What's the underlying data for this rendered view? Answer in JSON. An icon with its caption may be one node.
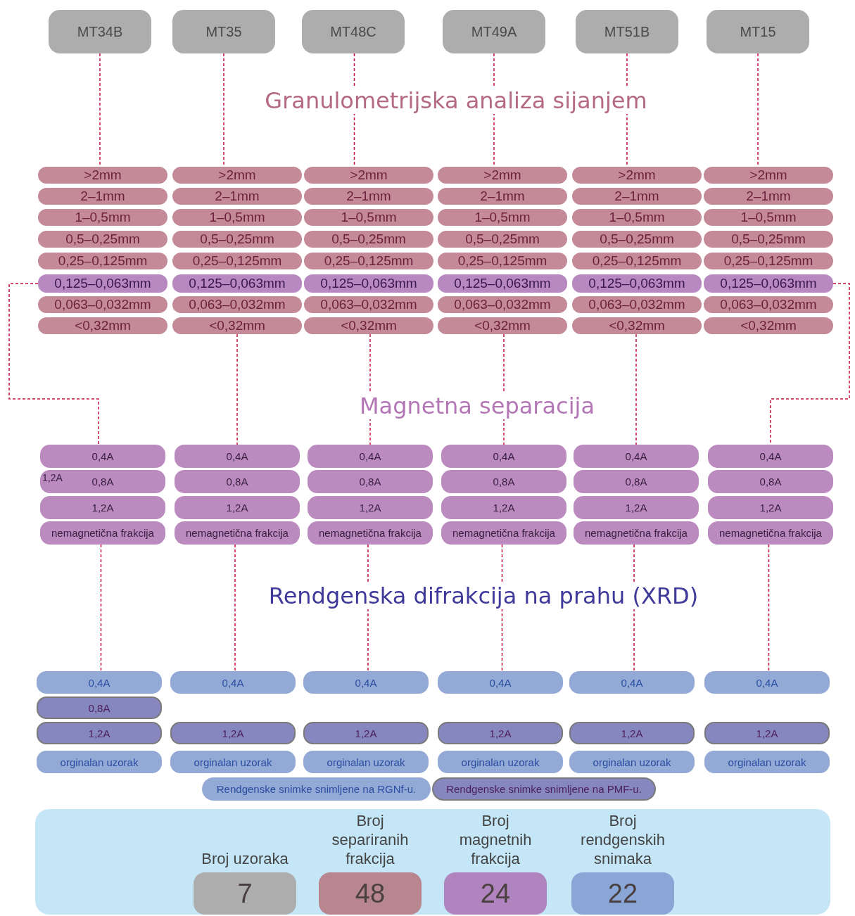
{
  "diagram": {
    "nodes": [
      {
        "text": [
          "MT34B"
        ]
      },
      {
        "text": [
          "MT35"
        ]
      },
      {
        "text": [
          "MT48C"
        ]
      },
      {
        "text": [
          "MT49A"
        ]
      },
      {
        "text": [
          "MT51B"
        ]
      },
      {
        "text": [
          "MT15"
        ]
      },
      {
        "text": [
          ">2mm"
        ]
      },
      {
        "text": [
          "2–1mm"
        ]
      },
      {
        "text": [
          "1–0,5mm"
        ]
      },
      {
        "text": [
          "0,5–0,25mm"
        ]
      },
      {
        "text": [
          "0,25–0,125mm"
        ]
      },
      {
        "text": [
          "0,125–0,063mm"
        ]
      },
      {
        "text": [
          "0,063–0,032mm"
        ]
      },
      {
        "text": [
          "<0,32mm"
        ]
      },
      {
        "text": [
          ">2mm"
        ]
      },
      {
        "text": [
          "2–1mm"
        ]
      },
      {
        "text": [
          "1–0,5mm"
        ]
      },
      {
        "text": [
          "0,5–0,25mm"
        ]
      },
      {
        "text": [
          "0,25–0,125mm"
        ]
      },
      {
        "text": [
          "0,125–0,063mm"
        ]
      },
      {
        "text": [
          "0,063–0,032mm"
        ]
      },
      {
        "text": [
          "<0,32mm"
        ]
      },
      {
        "text": [
          ">2mm"
        ]
      },
      {
        "text": [
          "2–1mm"
        ]
      },
      {
        "text": [
          "1–0,5mm"
        ]
      },
      {
        "text": [
          "0,5–0,25mm"
        ]
      },
      {
        "text": [
          "0,25–0,125mm"
        ]
      },
      {
        "text": [
          "0,125–0,063mm"
        ]
      },
      {
        "text": [
          "0,063–0,032mm"
        ]
      },
      {
        "text": [
          "<0,32mm"
        ]
      },
      {
        "text": [
          ">2mm"
        ]
      },
      {
        "text": [
          "2–1mm"
        ]
      },
      {
        "text": [
          "1–0,5mm"
        ]
      },
      {
        "text": [
          "0,5–0,25mm"
        ]
      },
      {
        "text": [
          "0,25–0,125mm"
        ]
      },
      {
        "text": [
          "0,125–0,063mm"
        ]
      },
      {
        "text": [
          "0,063–0,032mm"
        ]
      },
      {
        "text": [
          "<0,32mm"
        ]
      },
      {
        "text": [
          ">2mm"
        ]
      },
      {
        "text": [
          "2–1mm"
        ]
      },
      {
        "text": [
          "1–0,5mm"
        ]
      },
      {
        "text": [
          "0,5–0,25mm"
        ]
      },
      {
        "text": [
          "0,25–0,125mm"
        ]
      },
      {
        "text": [
          "0,125–0,063mm"
        ]
      },
      {
        "text": [
          "0,063–0,032mm"
        ]
      },
      {
        "text": [
          "<0,32mm"
        ]
      },
      {
        "text": [
          ">2mm"
        ]
      },
      {
        "text": [
          "2–1mm"
        ]
      },
      {
        "text": [
          "1–0,5mm"
        ]
      },
      {
        "text": [
          "0,5–0,25mm"
        ]
      },
      {
        "text": [
          "0,25–0,125mm"
        ]
      },
      {
        "text": [
          "0,125–0,063mm"
        ]
      },
      {
        "text": [
          "0,063–0,032mm"
        ]
      },
      {
        "text": [
          "<0,32mm"
        ]
      },
      {
        "text": [
          "0,4A"
        ]
      },
      {
        "text": [
          "0,8A"
        ]
      },
      {
        "text": [
          "1,2A"
        ]
      },
      {
        "text": [
          "nemagnetična frakcija"
        ]
      },
      {
        "text": [
          "0,4A"
        ]
      },
      {
        "text": [
          "0,8A"
        ]
      },
      {
        "text": [
          "1,2A"
        ]
      },
      {
        "text": [
          "nemagnetična frakcija"
        ]
      },
      {
        "text": [
          "0,4A"
        ]
      },
      {
        "text": [
          "0,8A"
        ]
      },
      {
        "text": [
          "1,2A"
        ]
      },
      {
        "text": [
          "nemagnetična frakcija"
        ]
      },
      {
        "text": [
          "0,4A"
        ]
      },
      {
        "text": [
          "0,8A"
        ]
      },
      {
        "text": [
          "1,2A"
        ]
      },
      {
        "text": [
          "nemagnetična frakcija"
        ]
      },
      {
        "text": [
          "0,4A"
        ]
      },
      {
        "text": [
          "0,8A"
        ]
      },
      {
        "text": [
          "1,2A"
        ]
      },
      {
        "text": [
          "nemagnetična frakcija"
        ]
      },
      {
        "text": [
          "0,4A"
        ]
      },
      {
        "text": [
          "0,8A"
        ]
      },
      {
        "text": [
          "1,2A"
        ]
      },
      {
        "text": [
          "nemagnetična frakcija"
        ]
      },
      {
        "text": [
          "0,4A"
        ]
      },
      {
        "text": [
          "0,8A"
        ]
      },
      {
        "text": [
          "1,2A"
        ]
      },
      {
        "text": [
          "orginalan uzorak"
        ]
      },
      {
        "text": [
          "0,4A"
        ]
      },
      {
        "text": [
          "1,2A"
        ]
      },
      {
        "text": [
          "orginalan uzorak"
        ]
      },
      {
        "text": [
          "0,4A"
        ]
      },
      {
        "text": [
          "1,2A"
        ]
      },
      {
        "text": [
          "orginalan uzorak"
        ]
      },
      {
        "text": [
          "0,4A"
        ]
      },
      {
        "text": [
          "1,2A"
        ]
      },
      {
        "text": [
          "orginalan uzorak"
        ]
      },
      {
        "text": [
          "0,4A"
        ]
      },
      {
        "text": [
          "1,2A"
        ]
      },
      {
        "text": [
          "orginalan uzorak"
        ]
      },
      {
        "text": [
          "0,4A"
        ]
      },
      {
        "text": [
          "1,2A"
        ]
      },
      {
        "text": [
          "orginalan uzorak"
        ]
      },
      {
        "text": [],
        "shape": "box"
      },
      {
        "text": [
          "Broj uzoraka",
          "7"
        ],
        "in": 97
      },
      {
        "text": [
          "Broj separiranih frakcija",
          "48"
        ],
        "in": 97
      },
      {
        "text": [
          "Broj magnetnih frakcija",
          "24"
        ],
        "in": 97
      },
      {
        "text": [
          "Broj rendgenskih snimaka",
          "22"
        ],
        "in": 97
      }
    ],
    "edges": [
      {
        "from": 0,
        "to": 6,
        "arrow": "none",
        "style": "dashed"
      },
      {
        "from": 1,
        "to": 14,
        "arrow": "none",
        "style": "dashed"
      },
      {
        "from": 2,
        "to": 22,
        "arrow": "none",
        "style": "dashed"
      },
      {
        "from": 3,
        "to": 30,
        "arrow": "none",
        "style": "dashed"
      },
      {
        "from": 4,
        "to": 38,
        "arrow": "none",
        "style": "dashed"
      },
      {
        "from": 5,
        "to": 46,
        "arrow": "none",
        "style": "dashed"
      },
      {
        "from": 11,
        "to": 54,
        "arrow": "none",
        "style": "dashed"
      },
      {
        "from": 21,
        "to": 58,
        "arrow": "none",
        "style": "dashed"
      },
      {
        "from": 29,
        "to": 62,
        "arrow": "none",
        "style": "dashed"
      },
      {
        "from": 37,
        "to": 66,
        "arrow": "none",
        "style": "dashed"
      },
      {
        "from": 45,
        "to": 70,
        "arrow": "none",
        "style": "dashed"
      },
      {
        "from": 51,
        "to": 74,
        "arrow": "none",
        "style": "dashed"
      },
      {
        "from": 57,
        "to": 78,
        "arrow": "none",
        "style": "dashed"
      },
      {
        "from": 61,
        "to": 82,
        "arrow": "none",
        "style": "dashed"
      },
      {
        "from": 65,
        "to": 85,
        "arrow": "none",
        "style": "dashed"
      },
      {
        "from": 69,
        "to": 88,
        "arrow": "none",
        "style": "dashed"
      },
      {
        "from": 73,
        "to": 91,
        "arrow": "none",
        "style": "dashed"
      },
      {
        "from": 77,
        "to": 94,
        "arrow": "none",
        "style": "dashed"
      }
    ],
    "labels": [
      "Granulometrijska analiza sijanjem",
      "Magnetna separacija",
      "1,2A",
      "Rendgenska difrakcija na prahu (XRD)"
    ],
    "legend": [
      {
        "text": "Rendgenske snimke snimljene na RGNf-u.",
        "color": "#93a9d6"
      },
      {
        "text": "Rendgenske snimke snimljene na PMF-u.",
        "color": "#8787bf"
      }
    ]
  }
}
